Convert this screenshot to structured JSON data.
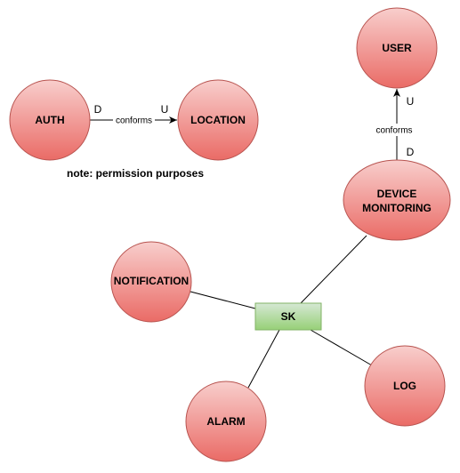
{
  "colors": {
    "node_fill_top": "#f8cecc",
    "node_fill_bottom": "#ea6b66",
    "node_stroke": "#b85450",
    "hub_fill": "#d5e8d4",
    "hub_fill_bottom": "#97d077",
    "hub_stroke": "#82b366",
    "edge": "#000000"
  },
  "nodes": {
    "auth": "AUTH",
    "location": "LOCATION",
    "user": "USER",
    "device_monitoring_line1": "DEVICE",
    "device_monitoring_line2": "MONITORING",
    "notification": "NOTIFICATION",
    "sk": "SK",
    "log": "LOG",
    "alarm": "ALARM"
  },
  "edges": {
    "auth_location": {
      "label": "conforms",
      "downstream": "D",
      "upstream": "U"
    },
    "device_user": {
      "label": "conforms",
      "downstream": "D",
      "upstream": "U"
    }
  },
  "note": "note: permission purposes"
}
